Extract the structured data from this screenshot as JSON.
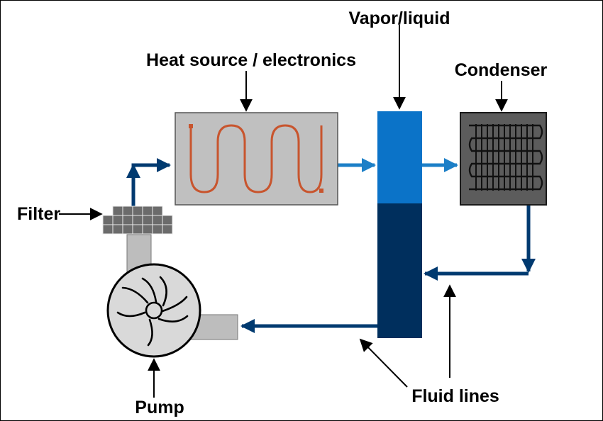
{
  "labels": {
    "vapor_liquid": "Vapor/liquid",
    "heat_source": "Heat source / electronics",
    "condenser": "Condenser",
    "filter": "Filter",
    "pump": "Pump",
    "fluid_lines": "Fluid lines"
  },
  "colors": {
    "dark_line": "#003a70",
    "light_line": "#1c7fc7",
    "vapor": "#0b73c8",
    "liquid": "#002f5d",
    "heater_box": "#c0c0c0",
    "heater_coil": "#c8552e",
    "condenser_box": "#5c5c5c",
    "gray": "#bdbdbd"
  },
  "icons": {
    "heater": "serpentine-coil-icon",
    "condenser": "coiled-tube-icon",
    "filter": "mesh-grid-icon",
    "pump": "impeller-icon"
  }
}
